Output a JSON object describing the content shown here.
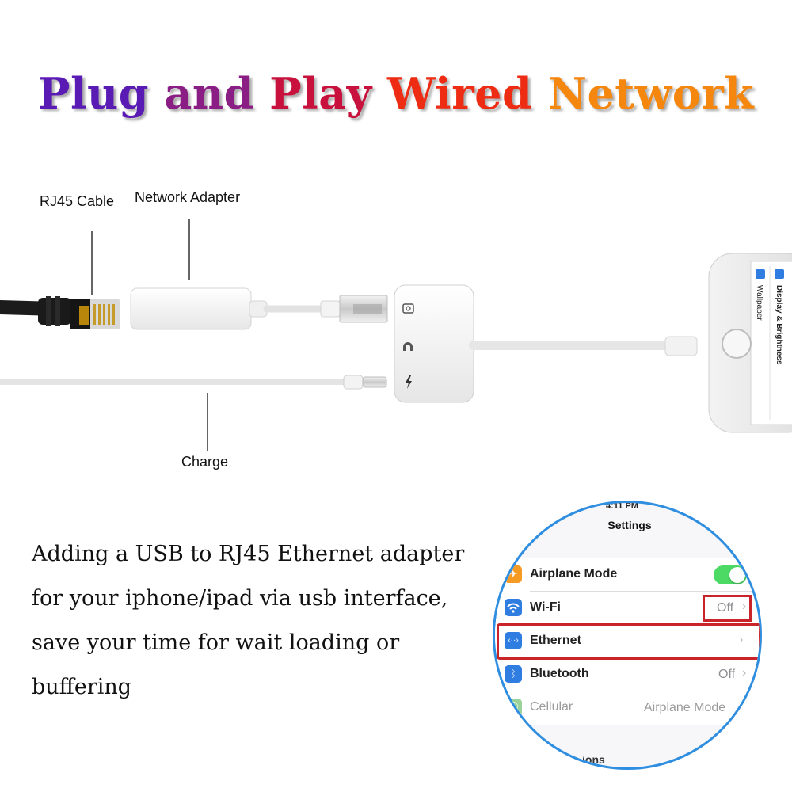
{
  "headline": {
    "words": [
      "Plug",
      "and",
      "Play",
      "Wired",
      "Network"
    ]
  },
  "diagram": {
    "labels": {
      "rj45": "RJ45 Cable",
      "adapter": "Network Adapter",
      "charge": "Charge"
    },
    "phone_screen": {
      "item1": "Display & Brightness",
      "item2": "Wallpaper"
    }
  },
  "description": {
    "lines": [
      "Adding a USB to RJ45 Ethernet adapter",
      "for your iphone/ipad via usb interface,",
      "save your time for wait loading or",
      "buffering"
    ]
  },
  "settings_zoom": {
    "status_time": "4:11 PM",
    "title": "Settings",
    "rows": [
      {
        "label": "Airplane Mode",
        "value": "",
        "toggle": "on",
        "icon": "airplane-icon",
        "color": "#f59a23"
      },
      {
        "label": "Wi-Fi",
        "value": "Off",
        "icon": "wifi-icon",
        "color": "#2f7de1"
      },
      {
        "label": "Ethernet",
        "value": "",
        "icon": "ethernet-icon",
        "color": "#2f7de1"
      },
      {
        "label": "Bluetooth",
        "value": "Off",
        "icon": "bluetooth-icon",
        "color": "#2f7de1"
      },
      {
        "label": "Cellular",
        "value": "Airplane Mode",
        "icon": "cellular-icon",
        "color": "#9ad39a"
      }
    ],
    "partial_bottom": "ions"
  },
  "colors": {
    "highlight_red": "#c8242a",
    "ios_blue": "#2f7de1",
    "toggle_green": "#4cd964"
  }
}
